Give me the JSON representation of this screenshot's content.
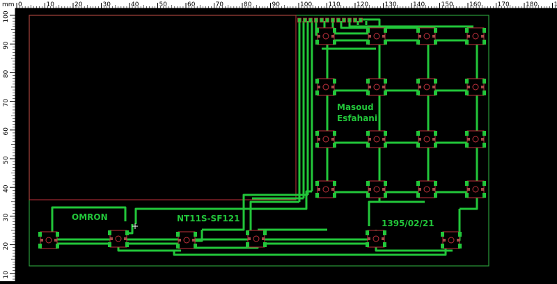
{
  "ruler": {
    "unit": "mm",
    "top_ticks": [
      "0",
      "10",
      "20",
      "30",
      "40",
      "50",
      "60",
      "70",
      "80",
      "90",
      "100",
      "110",
      "120",
      "130",
      "140",
      "150",
      "160",
      "170",
      "180",
      "1"
    ],
    "left_ticks": [
      "100",
      "90",
      "80",
      "70",
      "60",
      "50",
      "40",
      "30",
      "20",
      "10"
    ]
  },
  "board": {
    "labels": {
      "brand": "OMRON",
      "model": "NT11S-SF121",
      "author_first": "Masoud",
      "author_last": "Esfahani",
      "date": "1395/02/21"
    },
    "keypad": {
      "rows": 4,
      "cols": 4
    },
    "bottom_switch_count": 6,
    "header_pin_count": 12
  },
  "colors": {
    "background": "#000000",
    "ruler_bg": "#ffffff",
    "track": "#22c63a",
    "outline": "#2a9b3a",
    "pad": "#a84a4a",
    "silk": "#c0303c"
  }
}
